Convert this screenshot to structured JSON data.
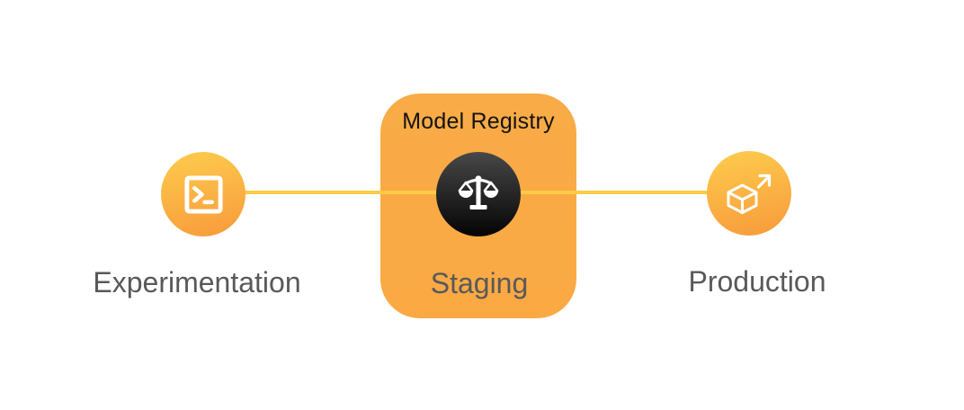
{
  "registry": {
    "title": "Model Registry"
  },
  "nodes": {
    "experimentation": {
      "label": "Experimentation",
      "icon": "terminal-icon"
    },
    "staging": {
      "label": "Staging",
      "icon": "scales-icon"
    },
    "production": {
      "label": "Production",
      "icon": "cube-arrow-icon"
    }
  },
  "colors": {
    "connector_line": "#FFCB44",
    "node_gradient_start": "#FDC84C",
    "node_gradient_end": "#F89C3B",
    "registry_box_top": "#F9AB47",
    "registry_box_bottom": "#FAA943",
    "dark_circle_start": "#484848",
    "dark_circle_end": "#040404",
    "icon_stroke": "#FFFFFF",
    "registry_title_text": "#131313",
    "label_text": "#58595B"
  }
}
